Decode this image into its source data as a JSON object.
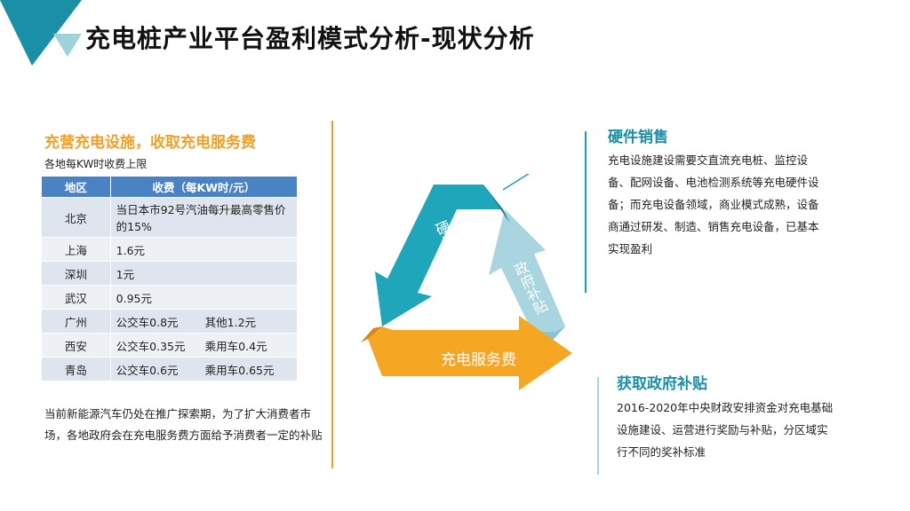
{
  "slide": {
    "title": "充电桩产业平台盈利模式分析-现状分析"
  },
  "left": {
    "heading": "充营充电设施，收取充电服务费",
    "subheading": "各地每KW时收费上限",
    "table": {
      "headers": [
        "地区",
        "收费（每KW时/元）"
      ],
      "rows": [
        {
          "city": "北京",
          "fee": "当日本市92号汽油每升最高零售价的15%"
        },
        {
          "city": "上海",
          "fee": "1.6元"
        },
        {
          "city": "深圳",
          "fee": "1元"
        },
        {
          "city": "武汉",
          "fee": "0.95元"
        },
        {
          "city": "广州",
          "fee_a": "公交车0.8元",
          "fee_b": "其他1.2元"
        },
        {
          "city": "西安",
          "fee_a": "公交车0.35元",
          "fee_b": "乘用车0.4元"
        },
        {
          "city": "青岛",
          "fee_a": "公交车0.6元",
          "fee_b": "乘用车0.65元"
        }
      ]
    },
    "note": "当前新能源汽车仍处在推广探索期，为了扩大消费者市场，各地政府会在充电服务费方面给予消费者一定的补贴"
  },
  "cycle": {
    "arrow_hardware": "硬件销售",
    "arrow_subsidy": "政府补贴",
    "arrow_service": "充电服务费"
  },
  "hardware": {
    "title": "硬件销售",
    "text": "充电设施建设需要交直流充电桩、监控设备、配网设备、电池检测系统等充电硬件设备；而充电设备领域，商业模式成熟，设备商通过研发、制造、销售充电设备，已基本实现盈利"
  },
  "government": {
    "title": "获取政府补贴",
    "text": "2016-2020年中央财政安排资金对充电基础设施建设、运营进行奖励与补贴，分区域实行不同的奖补标准"
  },
  "colors": {
    "accent_orange": "#f0a024",
    "teal": "#1a9fb0",
    "light_teal": "#a8d5df",
    "table_header": "#4a83c4"
  }
}
